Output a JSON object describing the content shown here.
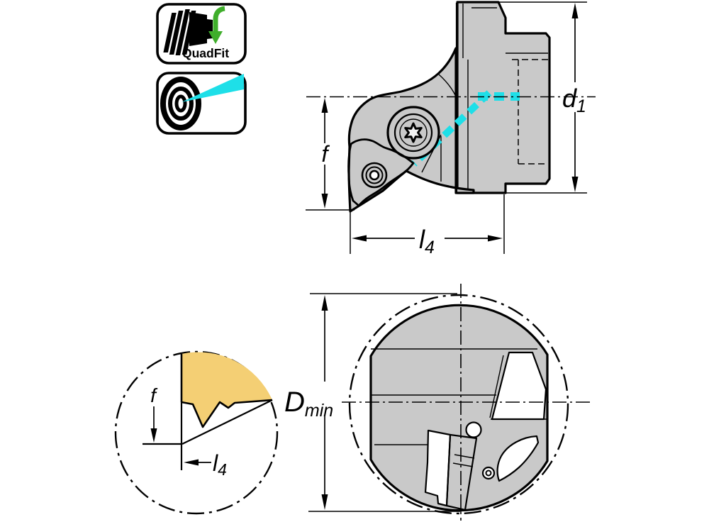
{
  "badges": {
    "quadfit": {
      "label": "QuadFit"
    },
    "precision_coolant": {
      "icon": "target-with-coolant-jet-icon"
    }
  },
  "side_view": {
    "description_icons": [
      "toolholder-side-view"
    ],
    "labels": {
      "f": "f",
      "d1_base": "d",
      "d1_sub": "1",
      "l4_base": "l",
      "l4_sub": "4"
    }
  },
  "front_view": {
    "labels": {
      "dmin_base": "D",
      "dmin_sub": "min"
    }
  },
  "detail_view": {
    "labels": {
      "f": "f",
      "l4_base": "l",
      "l4_sub": "4"
    }
  },
  "colors": {
    "body_gray": "#c9c9c9",
    "insert_yellow": "#eec45d",
    "detail_yellow": "#f4cf74",
    "front_yellow": "#f6d382",
    "coolant_cyan": "#1edfe8",
    "arrow_green": "#3fae2b",
    "line_black": "#000000"
  }
}
